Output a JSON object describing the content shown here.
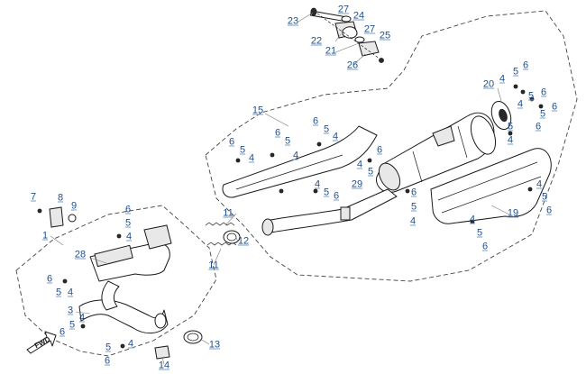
{
  "diagram": {
    "direction_marker": "FWD",
    "colors": {
      "callout_text": "#1f4f8f",
      "line": "#1a1a1a",
      "group_outline": "#444444"
    },
    "callouts": [
      {
        "id": "c23",
        "text": "23"
      },
      {
        "id": "c27a",
        "text": "27"
      },
      {
        "id": "c24",
        "text": "24"
      },
      {
        "id": "c22",
        "text": "22"
      },
      {
        "id": "c27b",
        "text": "27"
      },
      {
        "id": "c25",
        "text": "25"
      },
      {
        "id": "c21",
        "text": "21"
      },
      {
        "id": "c26",
        "text": "26"
      },
      {
        "id": "c20",
        "text": "20"
      },
      {
        "id": "c4r1",
        "text": "4"
      },
      {
        "id": "c5r1",
        "text": "5"
      },
      {
        "id": "c6r1",
        "text": "6"
      },
      {
        "id": "c5r2",
        "text": "5"
      },
      {
        "id": "c6r2",
        "text": "6"
      },
      {
        "id": "c4r2",
        "text": "4"
      },
      {
        "id": "c5r3",
        "text": "5"
      },
      {
        "id": "c6r3",
        "text": "6"
      },
      {
        "id": "c5r4",
        "text": "5"
      },
      {
        "id": "c6r4",
        "text": "6"
      },
      {
        "id": "c4r3",
        "text": "4"
      },
      {
        "id": "c15",
        "text": "15"
      },
      {
        "id": "c6a",
        "text": "6"
      },
      {
        "id": "c5a",
        "text": "5"
      },
      {
        "id": "c4a",
        "text": "4"
      },
      {
        "id": "c6b",
        "text": "6"
      },
      {
        "id": "c5b",
        "text": "5"
      },
      {
        "id": "c4b",
        "text": "4"
      },
      {
        "id": "c6c",
        "text": "6"
      },
      {
        "id": "c5c",
        "text": "5"
      },
      {
        "id": "c4c",
        "text": "4"
      },
      {
        "id": "c6d",
        "text": "6"
      },
      {
        "id": "c4d",
        "text": "4"
      },
      {
        "id": "c5d",
        "text": "5"
      },
      {
        "id": "c4e",
        "text": "4"
      },
      {
        "id": "c5e",
        "text": "5"
      },
      {
        "id": "c6e",
        "text": "6"
      },
      {
        "id": "c29",
        "text": "29"
      },
      {
        "id": "c6f",
        "text": "6"
      },
      {
        "id": "c5f",
        "text": "5"
      },
      {
        "id": "c4f",
        "text": "4"
      },
      {
        "id": "c4g",
        "text": "4"
      },
      {
        "id": "c5g",
        "text": "5"
      },
      {
        "id": "c6g",
        "text": "6"
      },
      {
        "id": "c19",
        "text": "19"
      },
      {
        "id": "c4h",
        "text": "4"
      },
      {
        "id": "c5h",
        "text": "5"
      },
      {
        "id": "c6h",
        "text": "6"
      },
      {
        "id": "c7",
        "text": "7"
      },
      {
        "id": "c8",
        "text": "8"
      },
      {
        "id": "c9",
        "text": "9"
      },
      {
        "id": "c1",
        "text": "1"
      },
      {
        "id": "c6i",
        "text": "6"
      },
      {
        "id": "c5i",
        "text": "5"
      },
      {
        "id": "c4i",
        "text": "4"
      },
      {
        "id": "c28",
        "text": "28"
      },
      {
        "id": "c6j",
        "text": "6"
      },
      {
        "id": "c5j",
        "text": "5"
      },
      {
        "id": "c4j",
        "text": "4"
      },
      {
        "id": "c3",
        "text": "3"
      },
      {
        "id": "c4k",
        "text": "4"
      },
      {
        "id": "c5k",
        "text": "5"
      },
      {
        "id": "c6k",
        "text": "6"
      },
      {
        "id": "c5l",
        "text": "5"
      },
      {
        "id": "c4l",
        "text": "4"
      },
      {
        "id": "c6l",
        "text": "6"
      },
      {
        "id": "c11a",
        "text": "11"
      },
      {
        "id": "c12",
        "text": "12"
      },
      {
        "id": "c11b",
        "text": "11"
      },
      {
        "id": "c13",
        "text": "13"
      },
      {
        "id": "c14",
        "text": "14"
      }
    ]
  }
}
